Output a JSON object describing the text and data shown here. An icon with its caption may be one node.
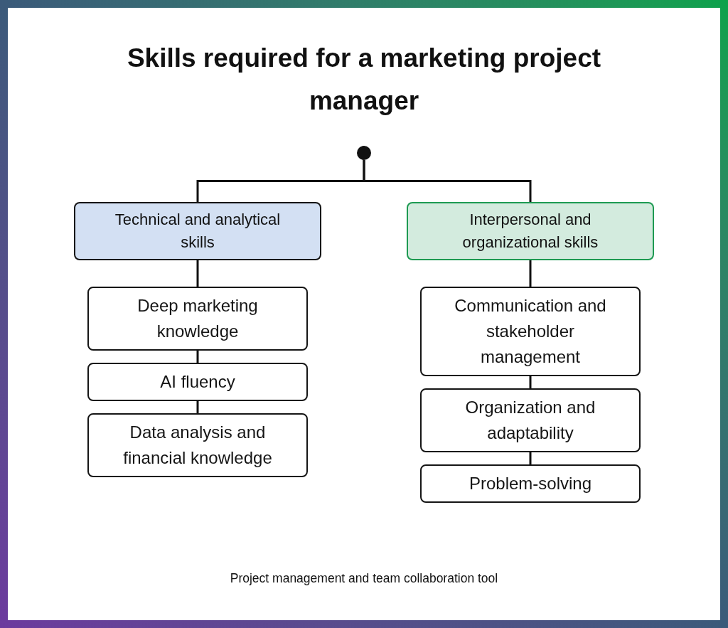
{
  "diagram": {
    "title": "Skills required for a marketing project manager",
    "nodes": [
      {
        "text": [],
        "shape": "circle"
      },
      {
        "text": [
          "Technical and analytical skills"
        ]
      },
      {
        "text": [
          "Interpersonal and organizational skills"
        ]
      },
      {
        "text": [
          "Deep marketing knowledge"
        ]
      },
      {
        "text": [
          "AI fluency"
        ]
      },
      {
        "text": [
          "Data analysis and financial knowledge"
        ]
      },
      {
        "text": [
          "Communication and stakeholder management"
        ]
      },
      {
        "text": [
          "Organization and adaptability"
        ]
      },
      {
        "text": [
          "Problem-solving"
        ]
      }
    ],
    "edges": [
      {
        "from": 0,
        "to": 1,
        "arrow": "none"
      },
      {
        "from": 0,
        "to": 2,
        "arrow": "none"
      },
      {
        "from": 1,
        "to": 3,
        "arrow": "none"
      },
      {
        "from": 3,
        "to": 4,
        "arrow": "none"
      },
      {
        "from": 4,
        "to": 5,
        "arrow": "none"
      },
      {
        "from": 2,
        "to": 6,
        "arrow": "none"
      },
      {
        "from": 6,
        "to": 7,
        "arrow": "none"
      },
      {
        "from": 7,
        "to": 8,
        "arrow": "none"
      }
    ],
    "labels": [
      "Project management and team collaboration tool"
    ]
  }
}
